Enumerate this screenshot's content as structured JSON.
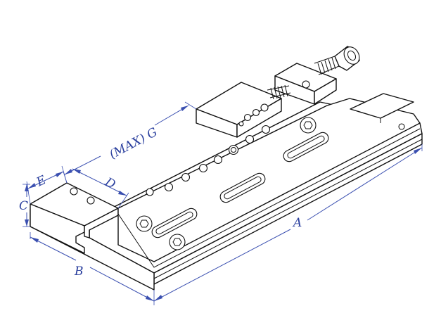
{
  "drawing": {
    "subject": "precision vise",
    "dimension_labels": {
      "a": "A",
      "b": "B",
      "c": "C",
      "d": "D",
      "e": "E",
      "g": "(MAX) G"
    },
    "colors": {
      "dimension": "#3a4fb0",
      "outline": "#111111",
      "background": "#ffffff"
    }
  }
}
